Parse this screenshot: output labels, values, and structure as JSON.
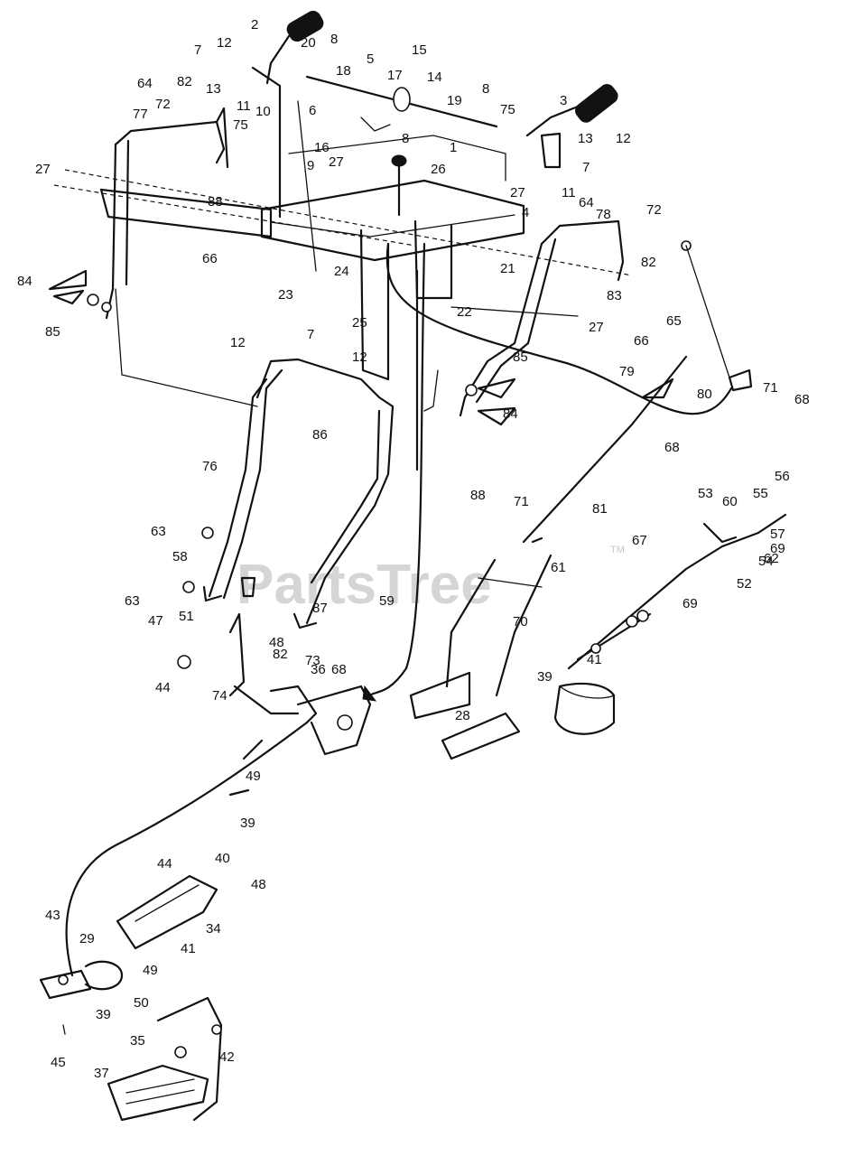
{
  "watermark": {
    "text": "PartsTree",
    "tm": "TM"
  },
  "callouts": [
    "2",
    "12",
    "20",
    "8",
    "7",
    "5",
    "15",
    "13",
    "18",
    "17",
    "14",
    "64",
    "82",
    "72",
    "75",
    "10",
    "11",
    "19",
    "8",
    "3",
    "77",
    "6",
    "8",
    "1",
    "75",
    "13",
    "12",
    "16",
    "27",
    "26",
    "9",
    "7",
    "27",
    "4",
    "27",
    "11",
    "88",
    "66",
    "64",
    "78",
    "72",
    "21",
    "84",
    "24",
    "82",
    "23",
    "83",
    "85",
    "25",
    "22",
    "27",
    "12",
    "7",
    "66",
    "65",
    "12",
    "85",
    "79",
    "80",
    "71",
    "68",
    "86",
    "84",
    "76",
    "68",
    "88",
    "71",
    "81",
    "56",
    "53",
    "60",
    "55",
    "63",
    "57",
    "67",
    "58",
    "69",
    "61",
    "54",
    "62",
    "63",
    "59",
    "52",
    "69",
    "87",
    "47",
    "51",
    "48",
    "82",
    "73",
    "70",
    "41",
    "36",
    "68",
    "39",
    "44",
    "74",
    "28",
    "49",
    "39",
    "40",
    "44",
    "48",
    "43",
    "34",
    "41",
    "29",
    "49",
    "50",
    "39",
    "45",
    "35",
    "42",
    "37"
  ]
}
